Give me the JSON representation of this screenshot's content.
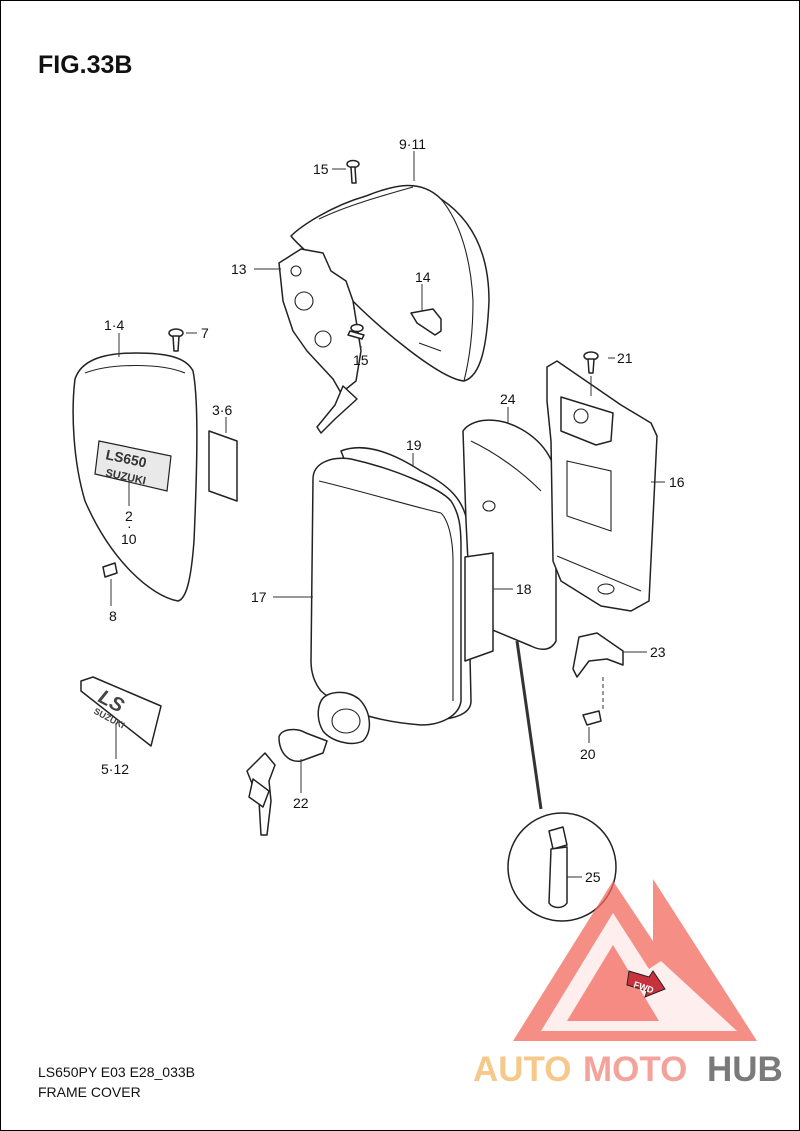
{
  "figure": {
    "title": "FIG.33B",
    "model_code": "LS650PY E03 E28_033B",
    "section_name": "FRAME COVER"
  },
  "callouts": [
    {
      "id": "c-9-11",
      "text": "9·11"
    },
    {
      "id": "c-15a",
      "text": "15"
    },
    {
      "id": "c-13",
      "text": "13"
    },
    {
      "id": "c-14",
      "text": "14"
    },
    {
      "id": "c-15b",
      "text": "15"
    },
    {
      "id": "c-1-4",
      "text": "1·4"
    },
    {
      "id": "c-7",
      "text": "7"
    },
    {
      "id": "c-3-6",
      "text": "3·6"
    },
    {
      "id": "c-2",
      "text": "2"
    },
    {
      "id": "c-dot",
      "text": "·"
    },
    {
      "id": "c-10",
      "text": "10"
    },
    {
      "id": "c-8",
      "text": "8"
    },
    {
      "id": "c-5-12",
      "text": "5·12"
    },
    {
      "id": "c-21",
      "text": "21"
    },
    {
      "id": "c-24",
      "text": "24"
    },
    {
      "id": "c-19",
      "text": "19"
    },
    {
      "id": "c-16",
      "text": "16"
    },
    {
      "id": "c-17",
      "text": "17"
    },
    {
      "id": "c-18",
      "text": "18"
    },
    {
      "id": "c-23",
      "text": "23"
    },
    {
      "id": "c-20",
      "text": "20"
    },
    {
      "id": "c-22",
      "text": "22"
    },
    {
      "id": "c-25",
      "text": "25"
    }
  ],
  "emblems": {
    "cover_badge_model": "LS650",
    "cover_badge_brand": "SUZUKI",
    "plate_model": "LS",
    "plate_brand": "SUZUKI",
    "fwd_arrow": "FWD"
  },
  "watermark": {
    "word_1": "AUTO",
    "word_2": "MOTO",
    "word_3": "HUB",
    "colors": {
      "auto": "#f6c98a",
      "moto": "#f4a39a",
      "hub": "#7a7a7a",
      "triangle": "#f26a5e"
    }
  }
}
